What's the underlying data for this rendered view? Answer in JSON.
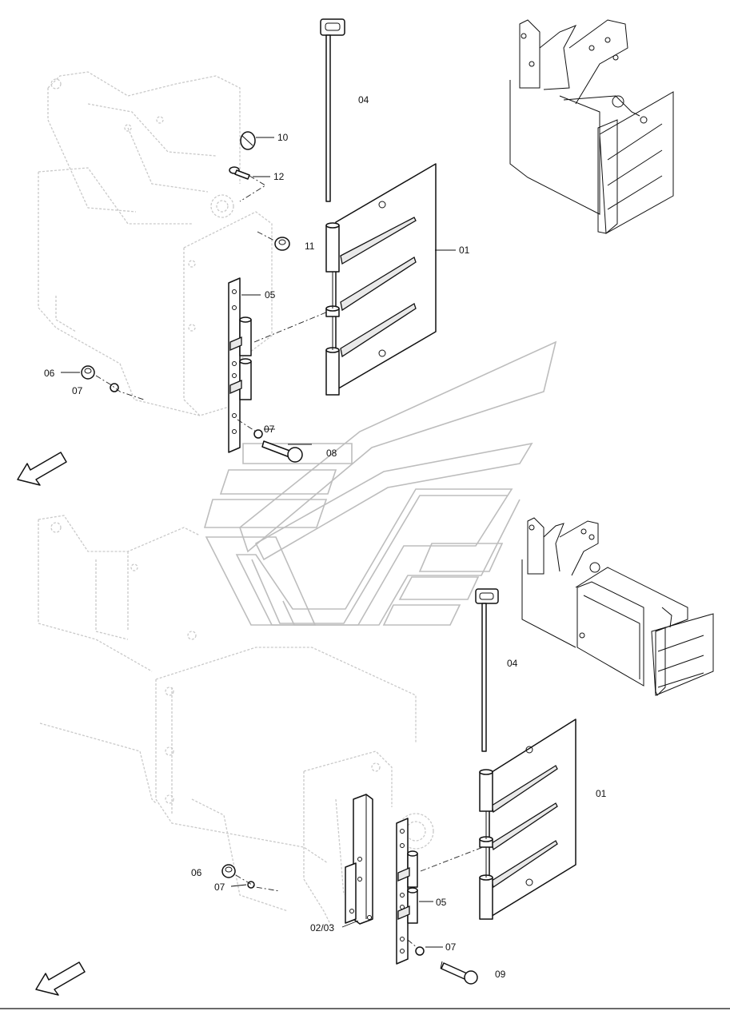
{
  "callouts": {
    "c04_top": "04",
    "c10": "10",
    "c12": "12",
    "c11": "11",
    "c01_top": "01",
    "c05_top": "05",
    "c06_top": "06",
    "c07_top_left": "07",
    "c07_top_bolt": "07",
    "c08": "08",
    "c04_bottom": "04",
    "c01_bottom": "01",
    "c06_bottom": "06",
    "c07_bottom_left": "07",
    "c05_bottom": "05",
    "c0203": "02/03",
    "c07_bottom_bolt": "07",
    "c09": "09"
  },
  "icons": [
    "direction-arrow-icon",
    "direction-arrow-icon"
  ],
  "colors": {
    "line": "#111111",
    "ghost": "#c9c9c9",
    "watermark": "#bdbdbd"
  }
}
